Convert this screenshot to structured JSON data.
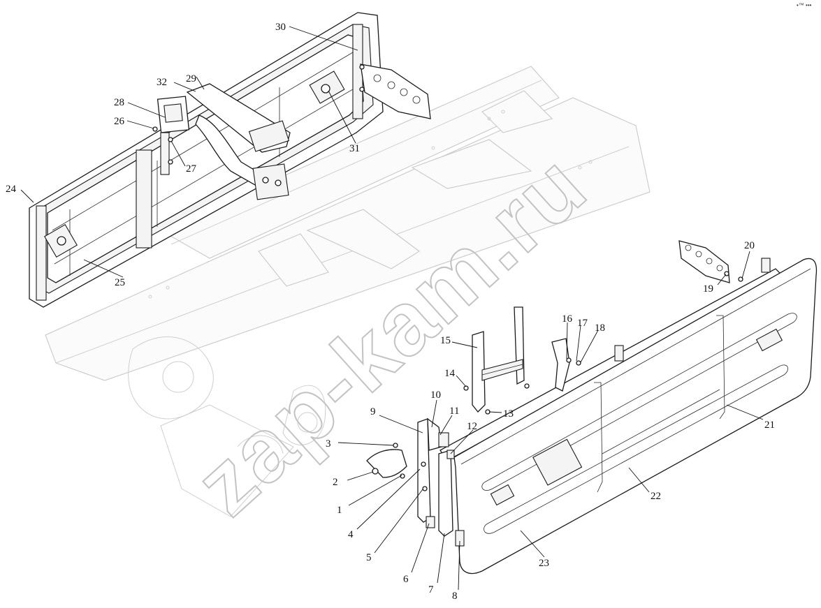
{
  "diagram": {
    "watermark": "zap-kam.ru",
    "corner_mark": "•™ •••",
    "callouts": [
      "1",
      "2",
      "3",
      "4",
      "5",
      "6",
      "7",
      "8",
      "9",
      "10",
      "11",
      "12",
      "13",
      "14",
      "15",
      "16",
      "17",
      "18",
      "19",
      "20",
      "21",
      "22",
      "23",
      "24",
      "25",
      "26",
      "27",
      "28",
      "29",
      "30",
      "31",
      "32"
    ]
  }
}
